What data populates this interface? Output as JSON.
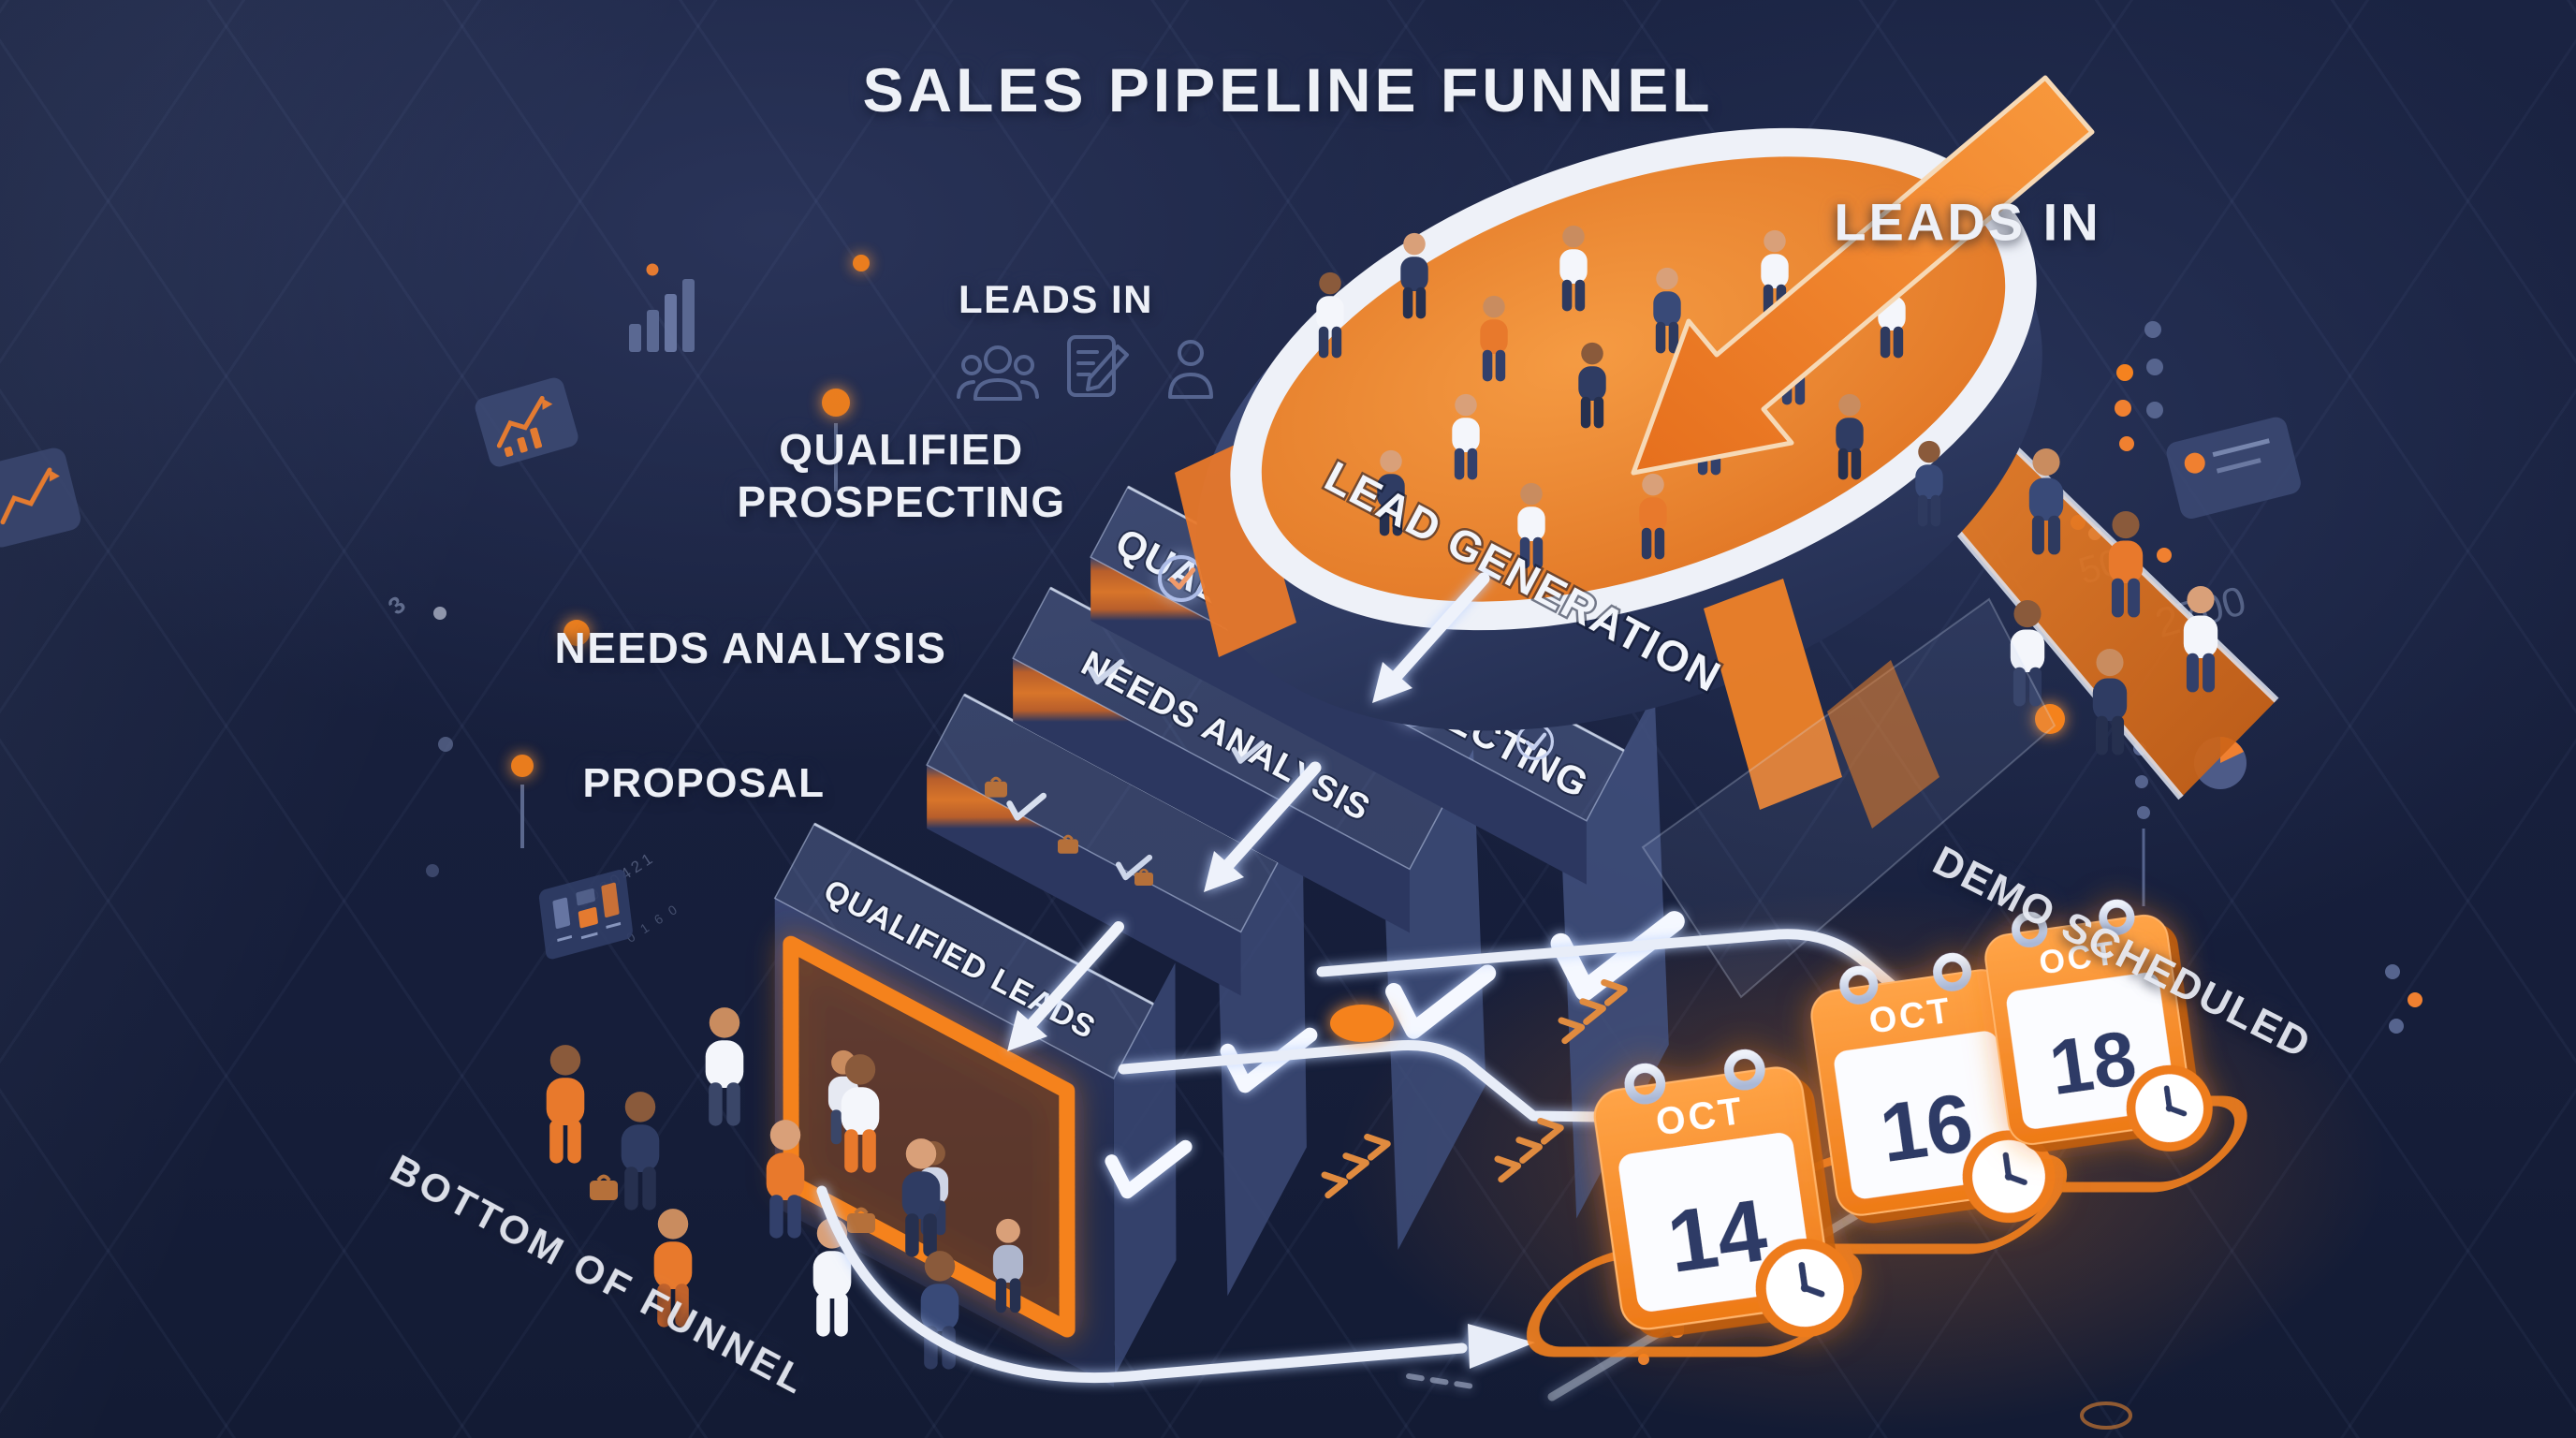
{
  "title": "SALES PIPELINE FUNNEL",
  "left_labels": {
    "leads_in": "LEADS IN",
    "qualified_prospecting": "QUALIFIED PROSPECTING",
    "needs_analysis": "NEEDS ANALYSIS",
    "proposal": "PROPOSAL",
    "bottom_of_funnel": "BOTTOM OF FUNNEL"
  },
  "right_labels": {
    "leads_in": "LEADS IN",
    "demo_scheduled": "DEMO SCHEDULED"
  },
  "funnel": {
    "stages": [
      "LEAD GENERATION",
      "QUALIFIED PROSPECTING",
      "NEEDS ANALYSIS",
      "QUALIFIED LEADS"
    ]
  },
  "calendars": [
    {
      "month": "OCT",
      "day": "14"
    },
    {
      "month": "OCT",
      "day": "16"
    },
    {
      "month": "OCT",
      "day": "18"
    }
  ],
  "background_numbers": {
    "n50": "50",
    "n2700": "2700",
    "n3": "3",
    "digits_a": "0020421",
    "digits_b": "0 1 6 0"
  },
  "colors": {
    "background": "#1a2342",
    "accent_orange": "#f5821f",
    "box_blue": "#31406b",
    "text_white": "#eef1f8"
  }
}
